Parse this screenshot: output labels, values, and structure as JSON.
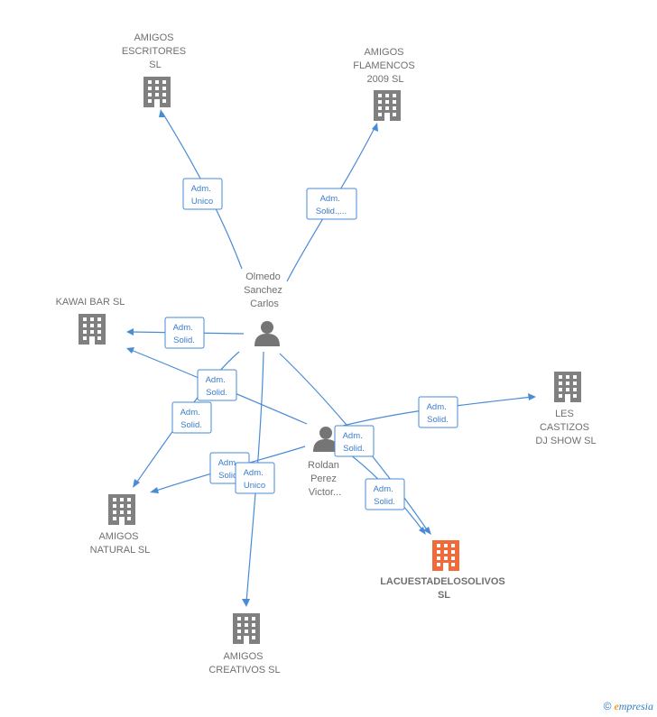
{
  "colors": {
    "company": "#808080",
    "main_company": "#f06a3a",
    "person": "#757575",
    "edge": "#4a8bd6"
  },
  "companies": [
    {
      "id": "escritores",
      "lines": [
        "AMIGOS",
        "ESCRITORES",
        "SL"
      ],
      "main": false
    },
    {
      "id": "flamencos",
      "lines": [
        "AMIGOS",
        "FLAMENCOS",
        "2009  SL"
      ],
      "main": false
    },
    {
      "id": "kawai",
      "lines": [
        "KAWAI BAR  SL"
      ],
      "main": false
    },
    {
      "id": "castizos",
      "lines": [
        "LES",
        "CASTIZOS",
        "DJ SHOW  SL"
      ],
      "main": false
    },
    {
      "id": "natural",
      "lines": [
        "AMIGOS",
        "NATURAL  SL"
      ],
      "main": false
    },
    {
      "id": "lacuesta",
      "lines": [
        "LACUESTADELOSOLIVOS",
        "SL"
      ],
      "main": true
    },
    {
      "id": "creativos",
      "lines": [
        "AMIGOS",
        "CREATIVOS  SL"
      ],
      "main": false
    }
  ],
  "persons": [
    {
      "id": "olmedo",
      "lines": [
        "Olmedo",
        "Sanchez",
        "Carlos"
      ]
    },
    {
      "id": "roldan",
      "lines": [
        "Roldan",
        "Perez",
        "Victor..."
      ]
    }
  ],
  "roles": [
    {
      "id": "r1",
      "lines": [
        "Adm.",
        "Unico"
      ]
    },
    {
      "id": "r2",
      "lines": [
        "Adm.",
        "Solid.,..."
      ]
    },
    {
      "id": "r3",
      "lines": [
        "Adm.",
        "Solid."
      ]
    },
    {
      "id": "r4",
      "lines": [
        "Adm.",
        "Solid."
      ]
    },
    {
      "id": "r5",
      "lines": [
        "Adm.",
        "Solid."
      ]
    },
    {
      "id": "r6",
      "lines": [
        "Adm.",
        "Solid."
      ]
    },
    {
      "id": "r7",
      "lines": [
        "Adm.",
        "Solid."
      ]
    },
    {
      "id": "r8",
      "lines": [
        "Adm.",
        "Unico"
      ]
    },
    {
      "id": "r9",
      "lines": [
        "Adm.",
        "Solid."
      ]
    },
    {
      "id": "r10",
      "lines": [
        "Adm.",
        "Solid."
      ]
    }
  ],
  "footer": {
    "copyright": "©",
    "brand_initial": "e",
    "brand_rest": "mpresia"
  }
}
